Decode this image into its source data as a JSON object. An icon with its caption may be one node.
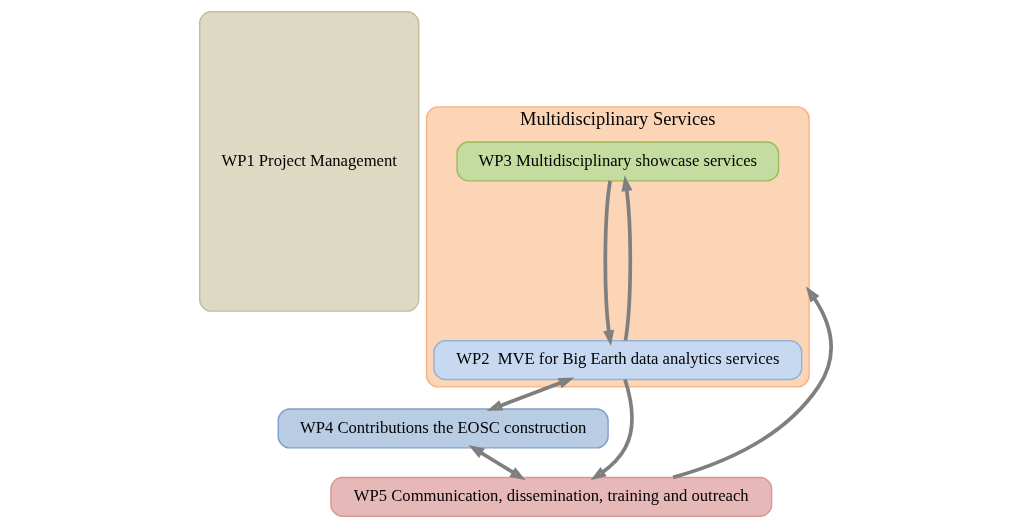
{
  "diagram": {
    "nodes": [
      {
        "text": [
          "WP1 Project Management"
        ]
      },
      {
        "text": [
          "Multidisciplinary Services"
        ]
      },
      {
        "text": [
          "WP3 Multidisciplinary showcase services"
        ],
        "in": 1
      },
      {
        "text": [
          "WP2  MVE for Big Earth data analytics services"
        ],
        "in": 1
      },
      {
        "text": [
          "WP4 Contributions the EOSC construction"
        ]
      },
      {
        "text": [
          "WP5 Communication, dissemination, training and outreach"
        ]
      }
    ],
    "edges": [
      {
        "from": 2,
        "to": 3,
        "arrow": "to"
      },
      {
        "from": 3,
        "to": 2,
        "arrow": "to"
      },
      {
        "from": 3,
        "to": 4,
        "arrow": "both"
      },
      {
        "from": 4,
        "to": 5,
        "arrow": "both"
      },
      {
        "from": 5,
        "to": 1,
        "arrow": "to"
      },
      {
        "from": 3,
        "to": 5,
        "arrow": "to"
      }
    ]
  }
}
